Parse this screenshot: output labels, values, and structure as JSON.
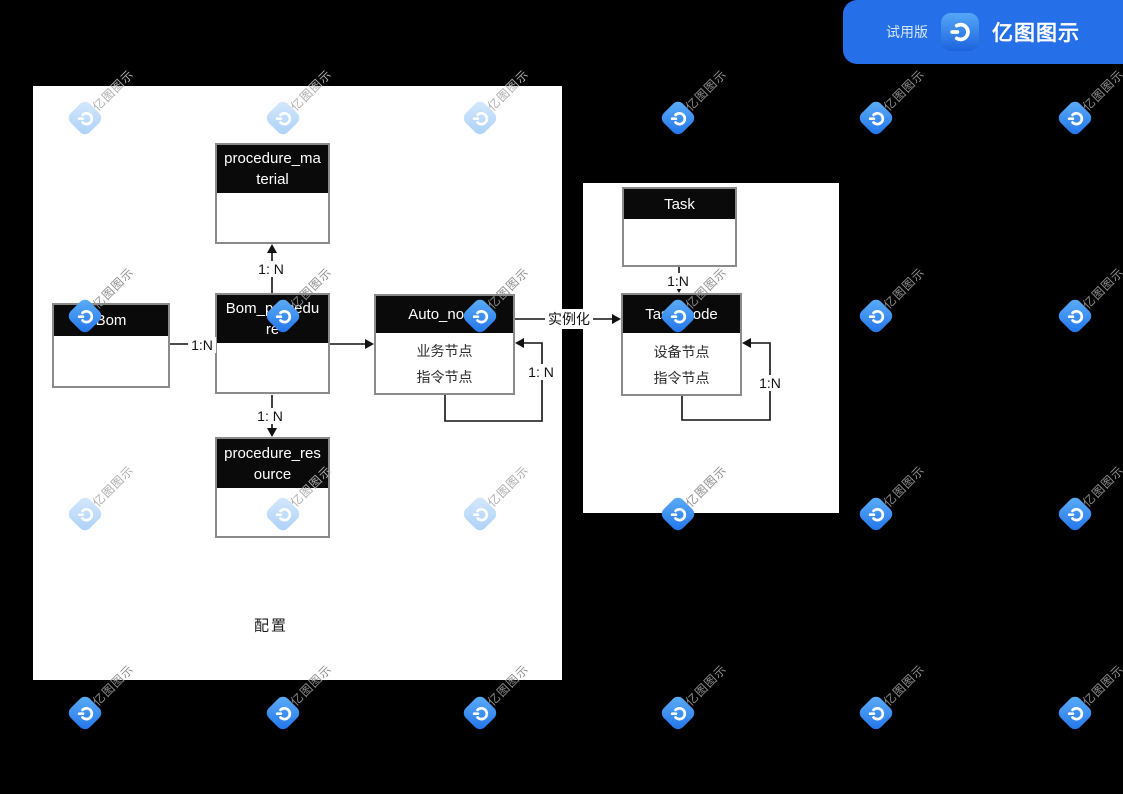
{
  "theme": {
    "canvas_bg": "#000000",
    "page_bg": "#ffffff",
    "banner_blue": "#2570e8",
    "entity_header_bg": "#0a0a0a",
    "entity_border": "#8a8a8a",
    "line_color": "#111111",
    "wm_vivid_start": "#5fb0f7",
    "wm_vivid_end": "#1f72ea",
    "wm_light_start": "#d6e9fc",
    "wm_light_end": "#abd0f8"
  },
  "banner": {
    "trial_label": "试用版",
    "app_name": "亿图图示"
  },
  "diagram": {
    "entities": [
      {
        "name": "procedure_material",
        "rows": []
      },
      {
        "name": "Bom",
        "rows": []
      },
      {
        "name": "Bom_procedure",
        "rows": []
      },
      {
        "name": "Auto_node",
        "rows": [
          "业务节点",
          "指令节点"
        ]
      },
      {
        "name": "procedure_resource",
        "rows": []
      },
      {
        "name": "Task",
        "rows": []
      },
      {
        "name": "Task_node",
        "rows": [
          "设备节点",
          "指令节点"
        ]
      }
    ],
    "labels": {
      "material_link": "1: N",
      "bom_link": "1:N",
      "resource_link": "1: N",
      "auto_loop": "1: N",
      "instantiate": "实例化",
      "task_link": "1:N",
      "task_node_loop": "1:N",
      "left_page_caption": "配置"
    }
  },
  "watermark": {
    "text": "亿图图示",
    "columns": [
      85,
      283,
      480,
      678,
      876,
      1075
    ],
    "rows": [
      118,
      316,
      514,
      713
    ],
    "variants": [
      [
        "light",
        "light",
        "light",
        "vivid",
        "vivid",
        "vivid"
      ],
      [
        "vivid",
        "vivid",
        "vivid",
        "vivid",
        "vivid",
        "vivid"
      ],
      [
        "light",
        "light",
        "light",
        "vivid",
        "vivid",
        "vivid"
      ],
      [
        "vivid",
        "vivid",
        "vivid",
        "vivid",
        "vivid",
        "vivid"
      ]
    ]
  }
}
